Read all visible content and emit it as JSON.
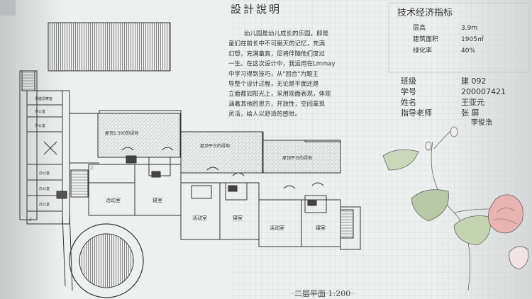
{
  "design_statement": {
    "title": "設計說明",
    "lines": [
      "幼儿园是幼儿成长的乐园，即是",
      "童们在前长中不可磨灭的记忆，充满",
      "幻想，充满童真，尼将伴随他们度过",
      "一生。在这次设计中，我运用在Lmmay",
      "中学习得到技巧，从\"回合\"为题主",
      "导整个设计过程，无论是平面还是",
      "立面都如阳光上，采用现面表现，体现",
      "涵着其他的思方，开放性，空间重现",
      "灵活，给人以舒适的感觉。"
    ]
  },
  "tech_econ": {
    "title": "技术经济指标",
    "rows": [
      {
        "label": "层高",
        "value": "3.9m"
      },
      {
        "label": "建筑面积",
        "value": "1905㎡"
      },
      {
        "label": "绿化率",
        "value": "40%"
      }
    ]
  },
  "student_info": {
    "rows": [
      {
        "label": "班级",
        "value": "建 092"
      },
      {
        "label": "学号",
        "value": "200007421"
      },
      {
        "label": "姓名",
        "value": "王亚元"
      },
      {
        "label": "指导老师",
        "value": "张 屏"
      }
    ],
    "extra_teacher": "李俊浩"
  },
  "plan": {
    "room_labels": {
      "activity_1": "活动室",
      "activity_2": "活动室",
      "activity_3": "活动室",
      "sleep_1": "寝室",
      "sleep_2": "寝室",
      "sleep_3": "寝室",
      "roof_1": "屋顶1:500的绿地",
      "roof_2": "屋顶平台的绿地",
      "roof_3": "屋顶平台的绿地",
      "office_1": "保健观察室",
      "office_2": "办公室",
      "office_3": "办公室",
      "office_4": "办公室",
      "office_5": "办公室",
      "office_6": "办公室",
      "up_1": "上",
      "up_2": "上"
    },
    "caption": "二层平面 1:200"
  }
}
